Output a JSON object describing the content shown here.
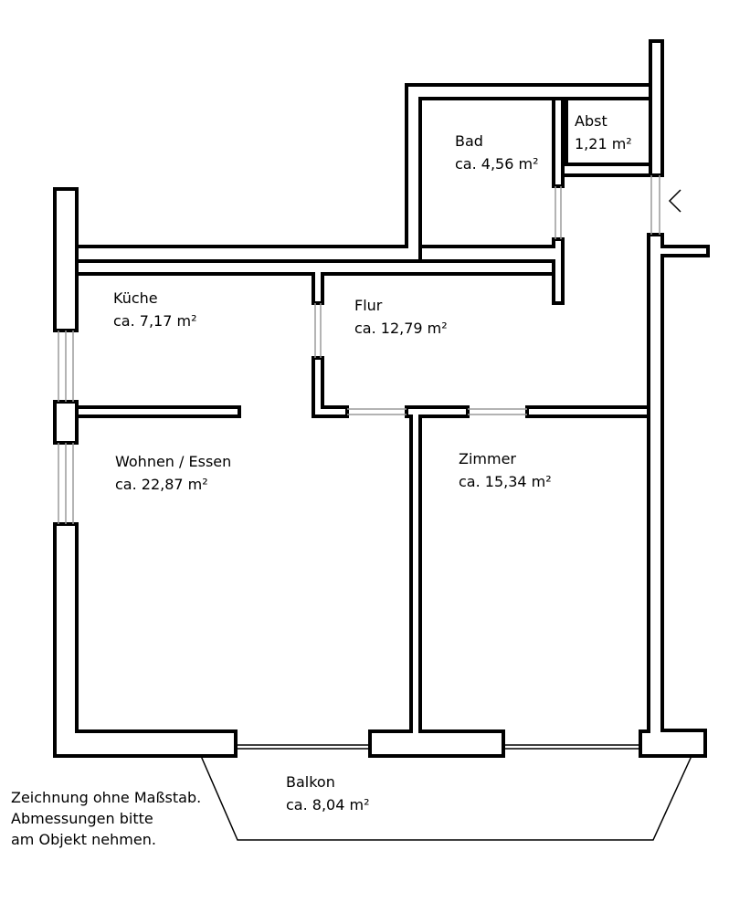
{
  "rooms": {
    "bad": {
      "name": "Bad",
      "area": "ca. 4,56 m²"
    },
    "abst": {
      "name": "Abst",
      "area": "1,21 m²"
    },
    "kueche": {
      "name": "Küche",
      "area": "ca. 7,17 m²"
    },
    "flur": {
      "name": "Flur",
      "area": "ca. 12,79 m²"
    },
    "wohnen": {
      "name": "Wohnen / Essen",
      "area": "ca. 22,87 m²"
    },
    "zimmer": {
      "name": "Zimmer",
      "area": "ca. 15,34 m²"
    },
    "balkon": {
      "name": "Balkon",
      "area": "ca. 8,04 m²"
    }
  },
  "note": {
    "line1": "Zeichnung ohne Maßstab.",
    "line2": "Abmessungen  bitte",
    "line3": "am Objekt nehmen."
  }
}
